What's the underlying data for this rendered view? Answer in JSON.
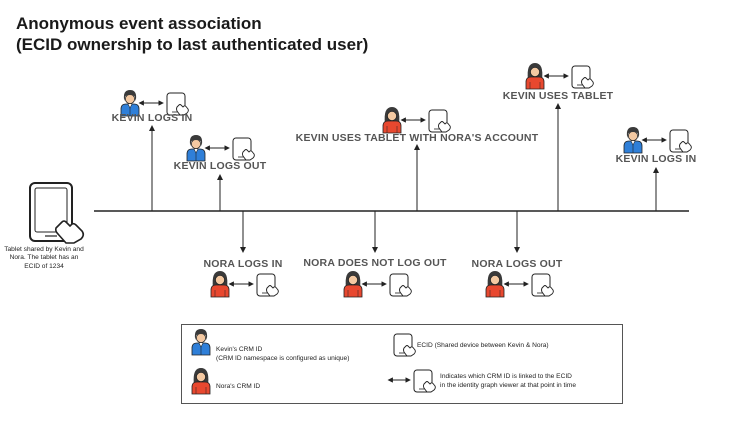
{
  "title": {
    "line1": "Anonymous event association",
    "line2": "(ECID ownership to last authenticated user)"
  },
  "device": {
    "caption": "Tablet shared by Kevin and Nora. The tablet has an ECID of 1234"
  },
  "events": {
    "kevin_logs_in_1": "KEVIN LOGS IN",
    "kevin_logs_out": "KEVIN LOGS OUT",
    "kevin_uses_tablet_nora": "KEVIN USES TABLET WITH NORA'S ACCOUNT",
    "kevin_uses_tablet": "KEVIN USES TABLET",
    "kevin_logs_in_2": "KEVIN LOGS IN",
    "nora_logs_in": "NORA LOGS IN",
    "nora_does_not_log_out": "NORA DOES NOT LOG OUT",
    "nora_logs_out": "NORA LOGS OUT"
  },
  "legend": {
    "kevin_title": "Kevin's CRM ID",
    "kevin_note": "(CRM ID namespace is configured as unique)",
    "nora_title": "Nora's CRM ID",
    "ecid_title": "ECID (Shared device between Kevin & Nora)",
    "link_line1": "Indicates which CRM ID is linked to the ECID",
    "link_line2": "in the identity graph viewer at that point in time"
  },
  "colors": {
    "kevin_shirt": "#2f7fd8",
    "nora_shirt": "#e8482f",
    "line": "#222222",
    "label": "#555555"
  }
}
